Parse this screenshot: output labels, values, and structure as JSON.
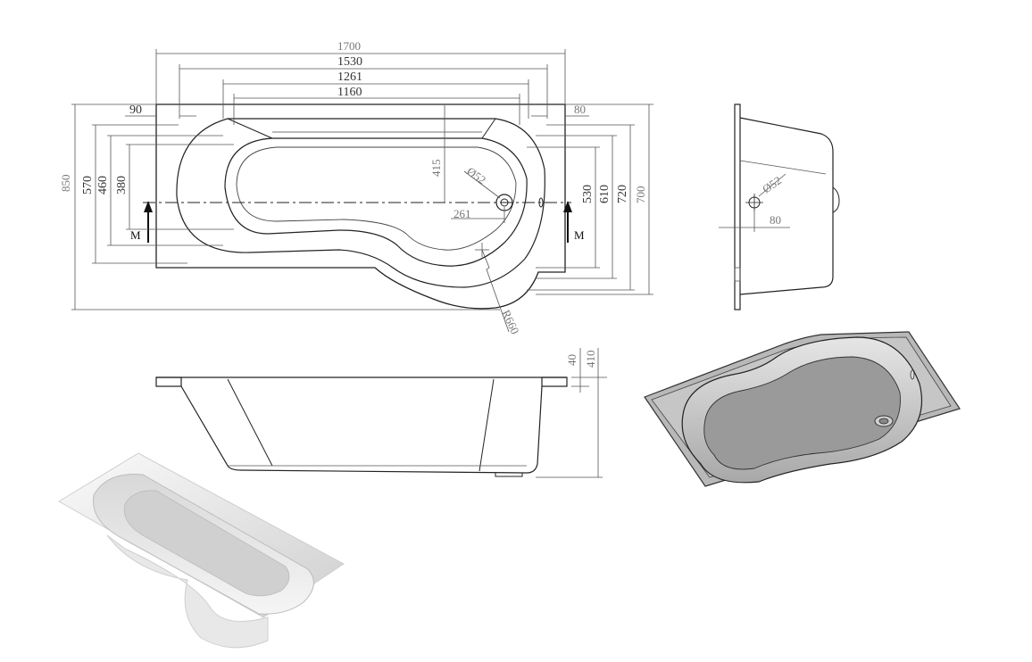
{
  "plan_view": {
    "width_dims": [
      "1700",
      "1530",
      "1261",
      "1160"
    ],
    "left_offset": "90",
    "right_offset": "80",
    "left_heights": [
      "850",
      "570",
      "460",
      "380"
    ],
    "right_heights": [
      "530",
      "610",
      "720",
      "700"
    ],
    "drain_offset_v": "415",
    "drain_offset_h": "261",
    "drain_dia": "Ø52",
    "radius": "R660",
    "section_mark": "M"
  },
  "side_view": {
    "drain_dia": "Ø52",
    "drain_offset": "80"
  },
  "front_view": {
    "rim_height": "40",
    "total_height": "410"
  },
  "colors": {
    "line": "#222222",
    "dim_line": "#555555"
  }
}
